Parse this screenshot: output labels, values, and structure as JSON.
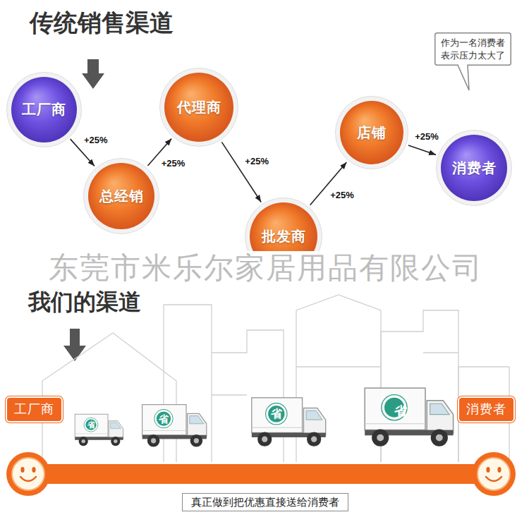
{
  "diagram": {
    "title": "传统销售渠道",
    "caption": "真正做到把优惠直接送给消费者",
    "nodes": [
      {
        "text": [
          "工厂商"
        ]
      },
      {
        "text": [
          "总经销"
        ]
      },
      {
        "text": [
          "代理商"
        ]
      },
      {
        "text": [
          "批发商"
        ]
      },
      {
        "text": [
          "店铺"
        ]
      },
      {
        "text": [
          "消费者"
        ]
      },
      {
        "text": [
          "作为一名消费者 表示压力太大了"
        ]
      },
      {
        "text": [
          "工厂商"
        ]
      },
      {
        "text": [
          "消费者"
        ]
      }
    ],
    "edges": [
      {
        "from": 0,
        "to": 1,
        "label": "+25%",
        "arrow": "to"
      },
      {
        "from": 1,
        "to": 2,
        "label": "+25%",
        "arrow": "to"
      },
      {
        "from": 2,
        "to": 3,
        "label": "+25%",
        "arrow": "to"
      },
      {
        "from": 3,
        "to": 4,
        "label": "+25%",
        "arrow": "to"
      },
      {
        "from": 4,
        "to": 5,
        "label": "+25%",
        "arrow": "to"
      }
    ],
    "labels": [
      "我们的渠道",
      "东莞市米乐尔家居用品有限公司",
      "省",
      "省",
      "省",
      "省"
    ]
  }
}
